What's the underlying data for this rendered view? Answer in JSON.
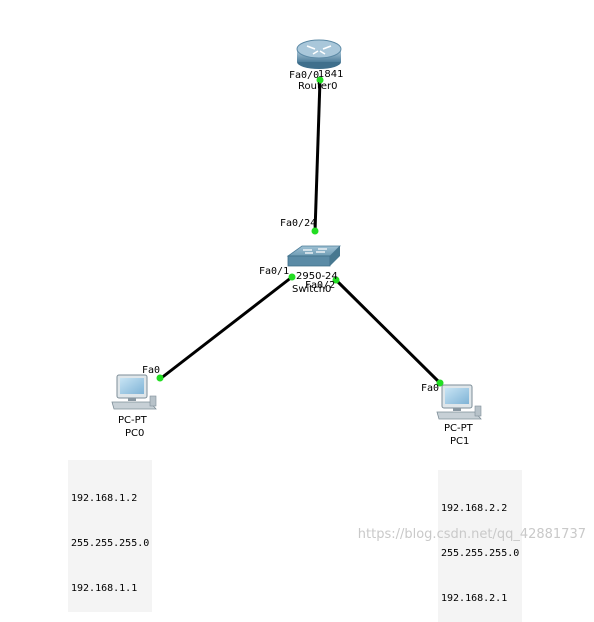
{
  "devices": {
    "router": {
      "model": "1841",
      "name": "Router0",
      "port": "Fa0/0"
    },
    "switch": {
      "model": "2950-24",
      "name": "Switch0",
      "ports": [
        "Fa0/24",
        "Fa0/1",
        "Fa0/2"
      ]
    },
    "pc0": {
      "model": "PC-PT",
      "name": "PC0",
      "port": "Fa0"
    },
    "pc1": {
      "model": "PC-PT",
      "name": "PC1",
      "port": "Fa0"
    }
  },
  "notes": {
    "pc0": {
      "ip": "192.168.1.2",
      "mask": "255.255.255.0",
      "gateway": "192.168.1.1"
    },
    "pc1": {
      "ip": "192.168.2.2",
      "mask": "255.255.255.0",
      "gateway": "192.168.2.1"
    }
  },
  "link_color": "#000000",
  "port_up_color": "#22dd22",
  "watermark": "https://blog.csdn.net/qq_42881737"
}
